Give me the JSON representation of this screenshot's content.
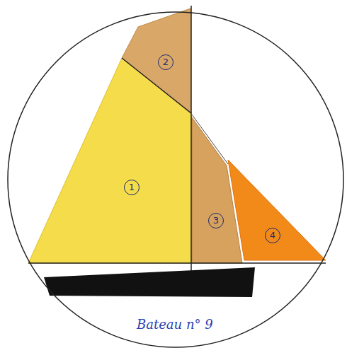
{
  "diagram": {
    "caption": "Bateau n° 9",
    "labels": [
      "1",
      "2",
      "3",
      "4"
    ]
  }
}
